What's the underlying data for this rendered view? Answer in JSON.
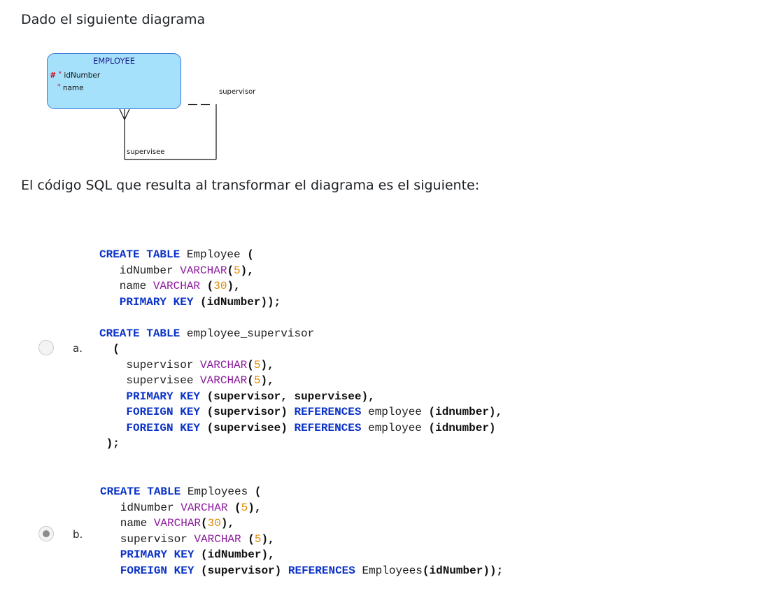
{
  "question": {
    "intro": "Dado el siguiente diagrama",
    "prompt": "El código SQL que resulta al transformar el diagrama es el siguiente:"
  },
  "diagram": {
    "entity_name": "EMPLOYEE",
    "attributes": [
      {
        "marker_pk": "#",
        "marker_req": "*",
        "name": "idNumber"
      },
      {
        "marker_pk": "",
        "marker_req": "*",
        "name": "name"
      }
    ],
    "relationship_labels": {
      "supervisor": "supervisor",
      "supervisee": "supervisee"
    }
  },
  "options": [
    {
      "letter": "a.",
      "selected": false,
      "code": [
        [
          [
            "kw",
            "CREATE TABLE"
          ],
          [
            "tx",
            " Employee "
          ],
          [
            "pu",
            "("
          ]
        ],
        [
          [
            "tx",
            "   idNumber "
          ],
          [
            "ty",
            "VARCHAR"
          ],
          [
            "pu",
            "("
          ],
          [
            "num",
            "5"
          ],
          [
            "pu",
            "),"
          ]
        ],
        [
          [
            "tx",
            "   name "
          ],
          [
            "ty",
            "VARCHAR "
          ],
          [
            "pu",
            "("
          ],
          [
            "num",
            "30"
          ],
          [
            "pu",
            "),"
          ]
        ],
        [
          [
            "kw",
            "   PRIMARY KEY"
          ],
          [
            "tx",
            " "
          ],
          [
            "pu",
            "(idNumber));"
          ]
        ],
        [],
        [
          [
            "kw",
            "CREATE TABLE"
          ],
          [
            "tx",
            " employee_supervisor"
          ]
        ],
        [
          [
            "pu",
            "  ("
          ]
        ],
        [
          [
            "tx",
            "    supervisor "
          ],
          [
            "ty",
            "VARCHAR"
          ],
          [
            "pu",
            "("
          ],
          [
            "num",
            "5"
          ],
          [
            "pu",
            "),"
          ]
        ],
        [
          [
            "tx",
            "    supervisee "
          ],
          [
            "ty",
            "VARCHAR"
          ],
          [
            "pu",
            "("
          ],
          [
            "num",
            "5"
          ],
          [
            "pu",
            "),"
          ]
        ],
        [
          [
            "kw",
            "    PRIMARY KEY"
          ],
          [
            "tx",
            " "
          ],
          [
            "pu",
            "(supervisor, supervisee),"
          ]
        ],
        [
          [
            "kw",
            "    FOREIGN KEY"
          ],
          [
            "tx",
            " "
          ],
          [
            "pu",
            "(supervisor) "
          ],
          [
            "kw",
            "REFERENCES"
          ],
          [
            "tx",
            " employee "
          ],
          [
            "pu",
            "(idnumber),"
          ]
        ],
        [
          [
            "kw",
            "    FOREIGN KEY"
          ],
          [
            "tx",
            " "
          ],
          [
            "pu",
            "(supervisee) "
          ],
          [
            "kw",
            "REFERENCES"
          ],
          [
            "tx",
            " employee "
          ],
          [
            "pu",
            "(idnumber)"
          ]
        ],
        [
          [
            "pu",
            " );"
          ]
        ]
      ]
    },
    {
      "letter": "b.",
      "selected": true,
      "code": [
        [
          [
            "kw",
            "CREATE TABLE"
          ],
          [
            "tx",
            " Employees "
          ],
          [
            "pu",
            "("
          ]
        ],
        [
          [
            "tx",
            "   idNumber "
          ],
          [
            "ty",
            "VARCHAR "
          ],
          [
            "pu",
            "("
          ],
          [
            "num",
            "5"
          ],
          [
            "pu",
            "),"
          ]
        ],
        [
          [
            "tx",
            "   name "
          ],
          [
            "ty",
            "VARCHAR"
          ],
          [
            "pu",
            "("
          ],
          [
            "num",
            "30"
          ],
          [
            "pu",
            "),"
          ]
        ],
        [
          [
            "tx",
            "   supervisor "
          ],
          [
            "ty",
            "VARCHAR "
          ],
          [
            "pu",
            "("
          ],
          [
            "num",
            "5"
          ],
          [
            "pu",
            "),"
          ]
        ],
        [
          [
            "kw",
            "   PRIMARY KEY"
          ],
          [
            "tx",
            " "
          ],
          [
            "pu",
            "(idNumber),"
          ]
        ],
        [
          [
            "kw",
            "   FOREIGN KEY"
          ],
          [
            "tx",
            " "
          ],
          [
            "pu",
            "(supervisor) "
          ],
          [
            "kw",
            "REFERENCES"
          ],
          [
            "tx",
            " Employees"
          ],
          [
            "pu",
            "(idNumber));"
          ]
        ]
      ]
    }
  ]
}
